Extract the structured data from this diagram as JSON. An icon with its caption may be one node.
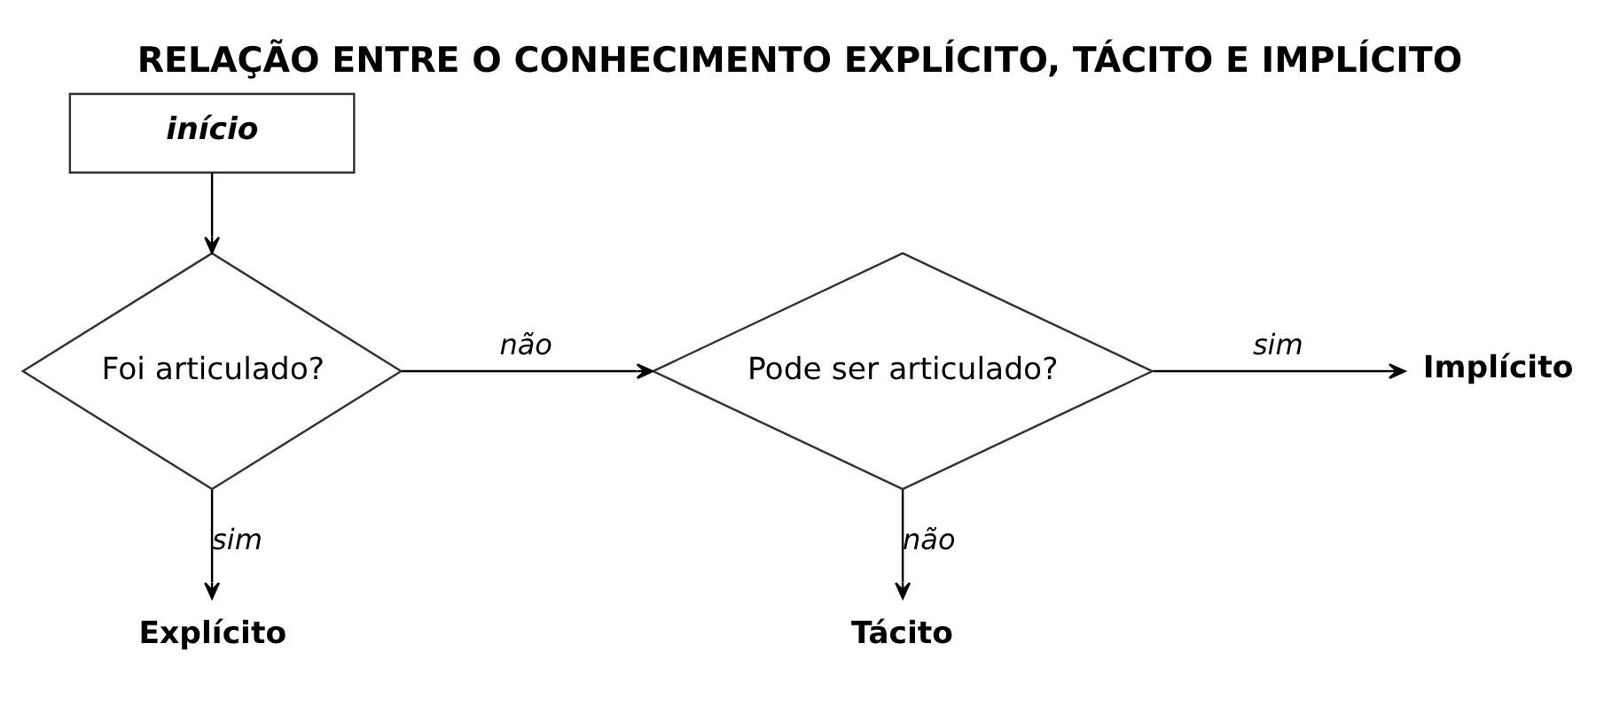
{
  "diagram": {
    "title": "RELAÇÃO ENTRE O CONHECIMENTO EXPLÍCITO, TÁCITO E IMPLÍCITO",
    "nodes": [
      {
        "text": [
          "início"
        ]
      },
      {
        "text": [
          "Foi articulado?"
        ]
      },
      {
        "text": [
          "Pode ser articulado?"
        ]
      },
      {
        "text": [
          "Implícito"
        ]
      },
      {
        "text": [
          "Explícito"
        ]
      },
      {
        "text": [
          "Tácito"
        ]
      }
    ],
    "edges": [
      {
        "from": 0,
        "to": 1,
        "arrow": "to"
      },
      {
        "from": 1,
        "to": 2,
        "arrow": "to",
        "label": "não"
      },
      {
        "from": 2,
        "to": 3,
        "arrow": "to",
        "label": "sim"
      },
      {
        "from": 1,
        "to": 4,
        "arrow": "to",
        "label": "sim"
      },
      {
        "from": 2,
        "to": 5,
        "arrow": "to",
        "label": "não"
      }
    ]
  }
}
